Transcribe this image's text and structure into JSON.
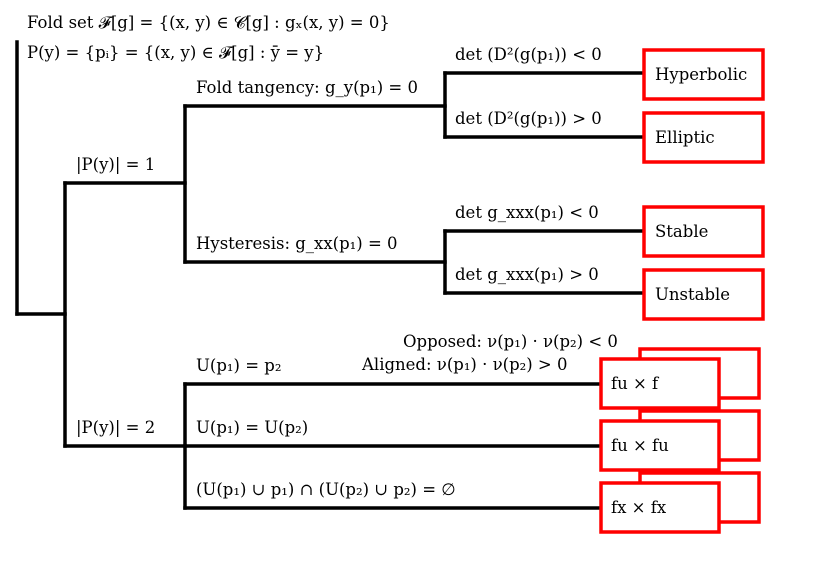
{
  "header": {
    "fold_set": "Fold set 𝓕[g] = {(x, y) ∈ 𝓒[g] : gₓ(x, y) = 0}",
    "preimage": "P(y) = {pᵢ} = {(x, y) ∈ 𝓕[g] : ȳ = y}"
  },
  "branches": {
    "p1": {
      "label": "|P(y)| = 1",
      "fold_tangency": {
        "label": "Fold tangency:  g_y(p₁) = 0",
        "det_neg": "det (D²(g(p₁)) < 0",
        "det_pos": "det (D²(g(p₁)) > 0",
        "leaf_neg": "Hyperbolic",
        "leaf_pos": "Elliptic"
      },
      "hysteresis": {
        "label": "Hysteresis:  g_xx(p₁) = 0",
        "det_neg": "det g_xxx(p₁) < 0",
        "det_pos": "det g_xxx(p₁) > 0",
        "leaf_neg": "Stable",
        "leaf_pos": "Unstable"
      }
    },
    "p2": {
      "label": "|P(y)| = 2",
      "opposed": "Opposed:  ν(p₁) · ν(p₂) < 0",
      "aligned": "Aligned:  ν(p₁) · ν(p₂) > 0",
      "cases": [
        {
          "label": "U(p₁) = p₂",
          "leaf": "fu × f"
        },
        {
          "label": "U(p₁) = U(p₂)",
          "leaf": "fu × fu"
        },
        {
          "label": "(U(p₁) ∪ p₁) ∩ (U(p₂) ∪ p₂) = ∅",
          "leaf": "fx × fx"
        }
      ]
    }
  },
  "colors": {
    "line": "#000000",
    "leaf_border": "#ff0000"
  }
}
